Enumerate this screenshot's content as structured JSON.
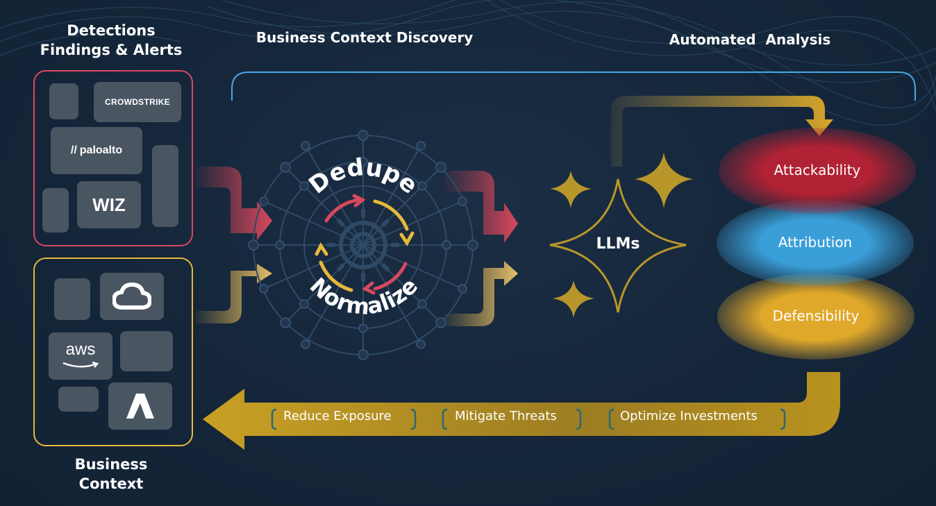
{
  "headings": {
    "detections_line1": "Detections",
    "detections_line2": "Findings & Alerts",
    "discovery": "Business Context Discovery",
    "analysis": "Automated  Analysis",
    "business_line1": "Business",
    "business_line2": "Context"
  },
  "sources": {
    "crowdstrike": "CROWDSTRIKE",
    "paloalto": "paloalto",
    "wiz": "WIZ",
    "aws": "aws"
  },
  "process": {
    "dedupe": "Dedupe",
    "normalize": "Normalize"
  },
  "engine": {
    "llms": "LLMs"
  },
  "outcomes": [
    {
      "label": "Attackability",
      "color": "#b02234"
    },
    {
      "label": "Attribution",
      "color": "#3a9fd8"
    },
    {
      "label": "Defensibility",
      "color": "#e0a82a"
    }
  ],
  "benefits": [
    "Reduce Exposure",
    "Mitigate Threats",
    "Optimize Investments"
  ],
  "colors": {
    "red_accent": "#d8485e",
    "gold_accent": "#e6b93a",
    "blue_accent": "#4aa8e6",
    "background": "#16273a"
  }
}
